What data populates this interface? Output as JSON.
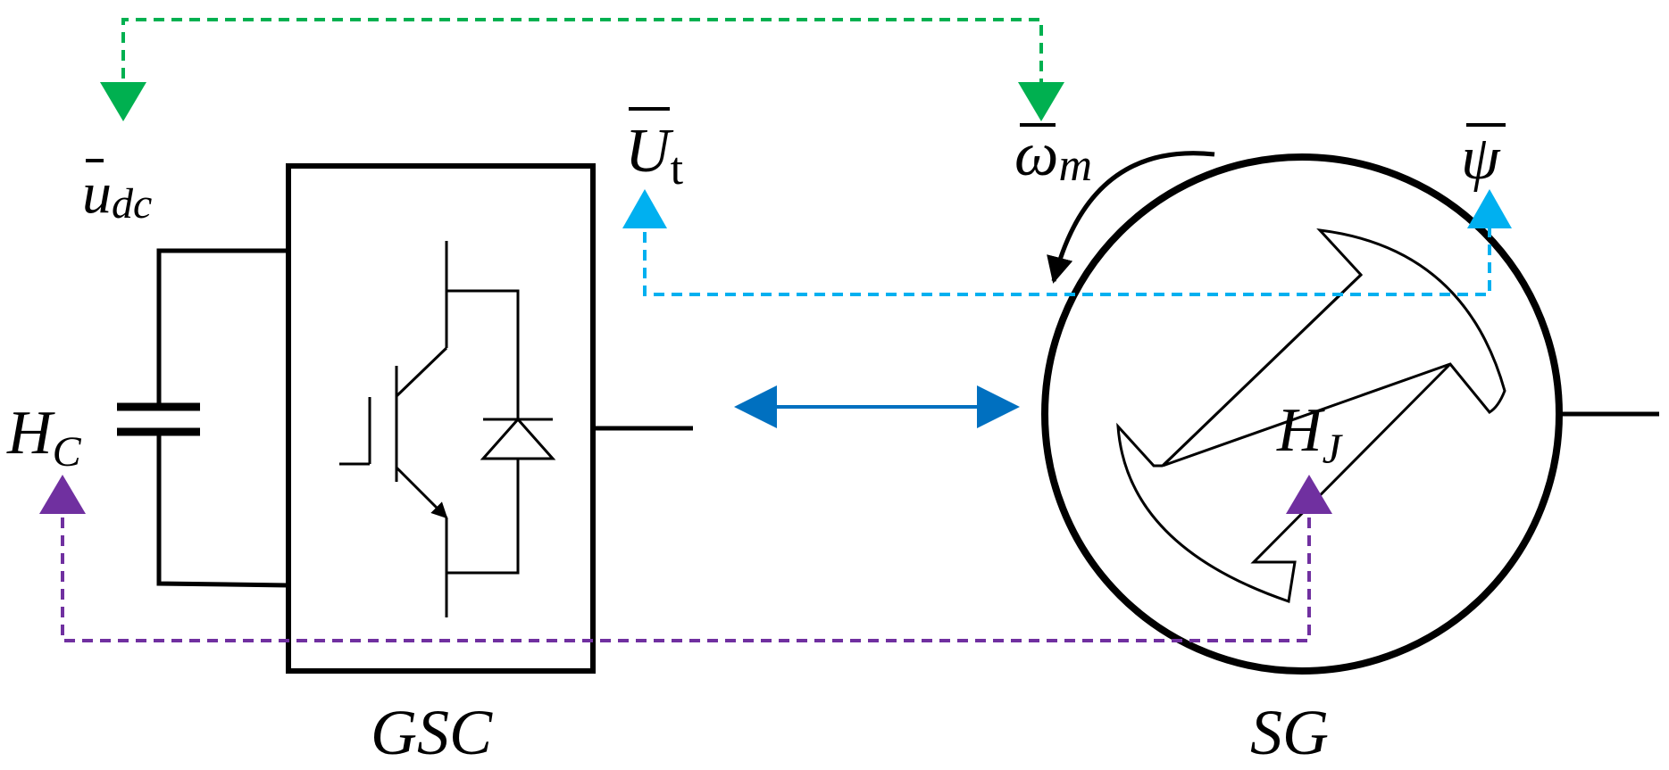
{
  "colors": {
    "black": "#000000",
    "green": "#00b050",
    "cyan": "#00b0f0",
    "blue": "#0070c0",
    "purple": "#7030a0"
  },
  "labels": {
    "u_dc": {
      "base": "u",
      "sub": "dc"
    },
    "U_t": {
      "base": "U",
      "sub": "t"
    },
    "omega_m": {
      "base": "ω",
      "sub": "m"
    },
    "psi": {
      "base": "ψ"
    },
    "H_C": {
      "base": "H",
      "sub": "C"
    },
    "H_J": {
      "base": "H",
      "sub": "J"
    },
    "gsc": "GSC",
    "sg": "SG"
  }
}
